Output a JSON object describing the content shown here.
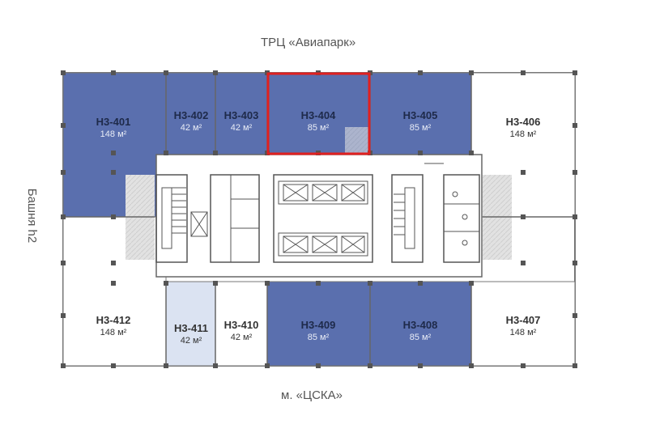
{
  "labels": {
    "top": "ТРЦ «Авиапарк»",
    "bottom": "м. «ЦСКА»",
    "side": "Башня h2"
  },
  "colors": {
    "occupied": "#5a6fae",
    "light": "#dbe3f2",
    "free": "#ffffff",
    "selected_border": "#e02020",
    "walls": "#555555"
  },
  "units": [
    {
      "code": "Н3-401",
      "area": "148 м²",
      "status": "occupied"
    },
    {
      "code": "Н3-402",
      "area": "42 м²",
      "status": "occupied"
    },
    {
      "code": "Н3-403",
      "area": "42 м²",
      "status": "occupied"
    },
    {
      "code": "Н3-404",
      "area": "85 м²",
      "status": "occupied",
      "selected": true
    },
    {
      "code": "Н3-405",
      "area": "85 м²",
      "status": "occupied"
    },
    {
      "code": "Н3-406",
      "area": "148 м²",
      "status": "free"
    },
    {
      "code": "Н3-407",
      "area": "148 м²",
      "status": "free"
    },
    {
      "code": "Н3-408",
      "area": "85 м²",
      "status": "occupied"
    },
    {
      "code": "Н3-409",
      "area": "85 м²",
      "status": "occupied"
    },
    {
      "code": "Н3-410",
      "area": "42 м²",
      "status": "free"
    },
    {
      "code": "Н3-411",
      "area": "42 м²",
      "status": "light"
    },
    {
      "code": "Н3-412",
      "area": "148 м²",
      "status": "free"
    }
  ]
}
